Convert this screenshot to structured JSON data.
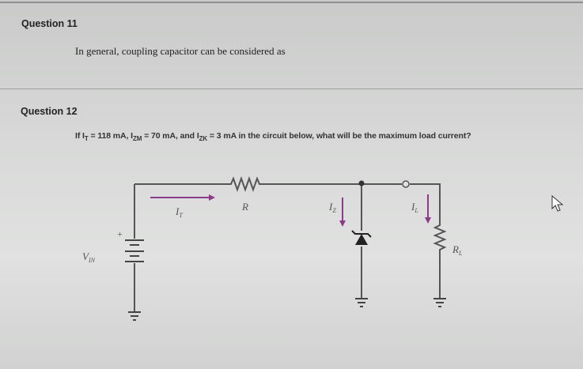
{
  "question11": {
    "heading": "Question 11",
    "text": "In general, coupling capacitor can be considered as"
  },
  "question12": {
    "heading": "Question 12",
    "text_parts": [
      "If I",
      "T",
      " = 118 mA, I",
      "ZM",
      " = 70 mA, and I",
      "ZK",
      " = 3 mA in the circuit below, what will be the maximum load current?"
    ]
  },
  "circuit": {
    "I_T": {
      "main": "I",
      "sub": "T"
    },
    "R": "R",
    "I_Z": {
      "main": "I",
      "sub": "Z"
    },
    "I_L": {
      "main": "I",
      "sub": "L"
    },
    "R_L": {
      "main": "R",
      "sub": "L"
    },
    "V_IN": {
      "main": "V",
      "sub": "IN"
    },
    "plus": "+"
  },
  "colors": {
    "arrow": "#8a3d86",
    "wire": "#555555"
  }
}
